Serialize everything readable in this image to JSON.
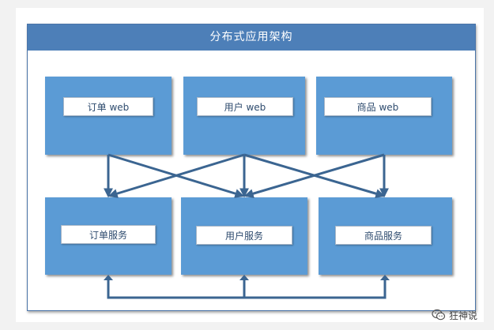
{
  "title": "分布式应用架构",
  "web_layer": [
    {
      "label": "订单 web"
    },
    {
      "label": "用户 web"
    },
    {
      "label": "商品 web"
    }
  ],
  "service_layer": [
    {
      "label": "订单服务"
    },
    {
      "label": "用户服务"
    },
    {
      "label": "商品服务"
    }
  ],
  "watermark": {
    "text": "狂神说",
    "icon": "wechat-icon"
  },
  "colors": {
    "header": "#4d7fb8",
    "box": "#5b9bd5",
    "arrow": "#3b6591"
  }
}
